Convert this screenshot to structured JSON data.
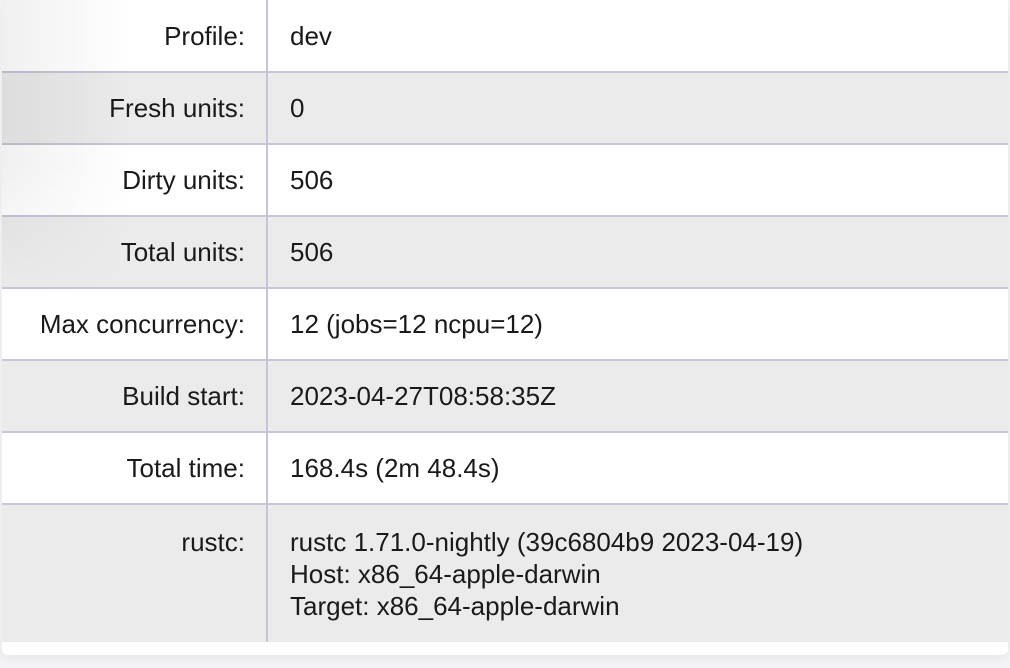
{
  "summary": {
    "rows": [
      {
        "key": "Profile:",
        "value": "dev"
      },
      {
        "key": "Fresh units:",
        "value": "0"
      },
      {
        "key": "Dirty units:",
        "value": "506"
      },
      {
        "key": "Total units:",
        "value": "506"
      },
      {
        "key": "Max concurrency:",
        "value": "12 (jobs=12 ncpu=12)"
      },
      {
        "key": "Build start:",
        "value": "2023-04-27T08:58:35Z"
      },
      {
        "key": "Total time:",
        "value": "168.4s (2m 48.4s)"
      }
    ],
    "rustc": {
      "key": "rustc:",
      "lines": [
        "rustc 1.71.0-nightly (39c6804b9 2023-04-19)",
        "Host: x86_64-apple-darwin",
        "Target: x86_64-apple-darwin"
      ]
    }
  },
  "colors": {
    "row_alt_bg": "#ebebeb",
    "row_bg": "#ffffff",
    "border": "#c6c6d2",
    "text": "#1a1a1a"
  }
}
